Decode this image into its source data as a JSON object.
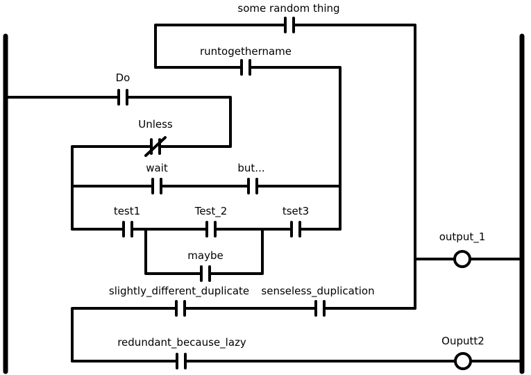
{
  "contacts": {
    "some_random_thing": "some random thing",
    "runtogethername": "runtogethername",
    "do": "Do",
    "unless": "Unless",
    "wait": "wait",
    "but": "but...",
    "test1": "test1",
    "test_2": "Test_2",
    "tset3": "tset3",
    "maybe": "maybe",
    "slightly_different_duplicate": "slightly_different_duplicate",
    "senseless_duplication": "senseless_duplication",
    "redundant_because_lazy": "redundant_because_lazy"
  },
  "coils": {
    "output_1": "output_1",
    "output_2": "Ouputt2"
  }
}
